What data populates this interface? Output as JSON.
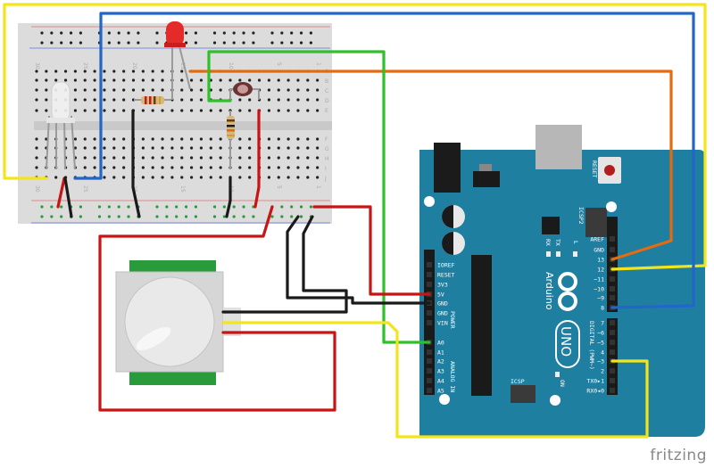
{
  "breadboard": {
    "column_labels": [
      "30",
      "25",
      "20",
      "15",
      "10",
      "5",
      "1"
    ],
    "row_labels_top": [
      "A",
      "B",
      "C",
      "D",
      "E"
    ],
    "row_labels_bottom": [
      "F",
      "G",
      "H",
      "I",
      "J"
    ]
  },
  "arduino": {
    "brand": "Arduino",
    "model": "UNO",
    "reset_label": "RESET",
    "icsp2_label": "ICSP2",
    "icsp_label": "ICSP",
    "tx_label": "TX",
    "rx_label": "RX",
    "l_label": "L",
    "on_label": "ON",
    "power_label": "POWER",
    "analog_label": "ANALOG IN",
    "digital_label": "DIGITAL (PWM~)",
    "power_pins": [
      "IOREF",
      "RESET",
      "3V3",
      "5V",
      "GND",
      "GND",
      "VIN"
    ],
    "analog_pins": [
      "A0",
      "A1",
      "A2",
      "A3",
      "A4",
      "A5"
    ],
    "digital_pins_high": [
      "AREF",
      "GND",
      "13",
      "12",
      "~11",
      "~10",
      "~9",
      "8"
    ],
    "digital_pins_low": [
      "7",
      "~6",
      "~5",
      "4",
      "~3",
      "2",
      "TX0▸1",
      "RX0◂0"
    ]
  },
  "colors": {
    "board": "#1f7fa0",
    "wire_yellow": "#f2e51b",
    "wire_blue": "#2166c8",
    "wire_orange": "#e36b10",
    "wire_green": "#2fc02a",
    "wire_red": "#c81414",
    "wire_black": "#1a1a1a"
  },
  "logo": "fritzing"
}
